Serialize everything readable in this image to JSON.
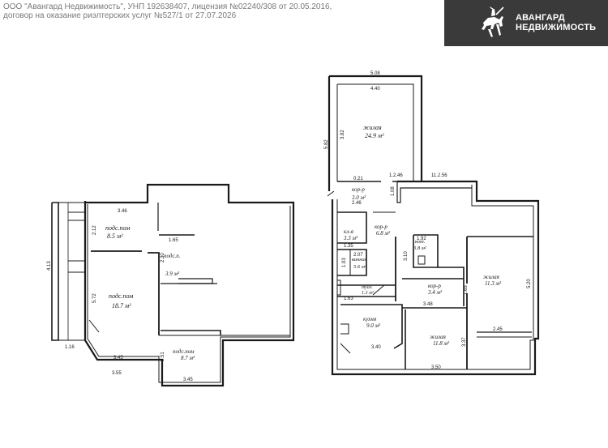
{
  "header": {
    "legal_line1": "ООО \"Авангард Недвижимость\", УНП 192638407, лицензия №02240/308 от 20.05.2016,",
    "legal_line2": "договор на оказание риэлтерских услуг №527/1 от 27.07.2026"
  },
  "brand": {
    "name_line1": "АВАНГАРД",
    "name_line2": "НЕДВИЖИМОСТЬ",
    "emblem_icon": "knight-rider-icon",
    "background_color": "#3a3a3a",
    "text_color": "#ffffff"
  },
  "basement_plan": {
    "rooms": [
      {
        "id": "podsob1",
        "name": "подс.пом",
        "area": "8.5 м²"
      },
      {
        "id": "podsob2",
        "name": "подс.п.",
        "area": "3.9 м²"
      },
      {
        "id": "podsob3",
        "name": "подс.пом",
        "area": "18.7 м²"
      },
      {
        "id": "podsob4",
        "name": "подс.пом",
        "area": "8.7 м²"
      }
    ],
    "dimensions": [
      "3.46",
      "2.12",
      "1.65",
      "2.30",
      "5.72",
      "4.13",
      "1.16",
      "3.45",
      "3.55",
      "2.51",
      "3.45"
    ]
  },
  "first_floor_plan": {
    "rooms": [
      {
        "id": "zhilaya_top",
        "name": "жилая",
        "area": "24.9 м²"
      },
      {
        "id": "koridor_top",
        "name": "кор-р",
        "area": "3.0 м²"
      },
      {
        "id": "kladovka",
        "name": "кл-я",
        "area": "3.3 м²"
      },
      {
        "id": "koridor_mid",
        "name": "кор-р",
        "area": "6.8 м²"
      },
      {
        "id": "vanna",
        "name": "ванная",
        "area": "5.6 м²"
      },
      {
        "id": "kotelnaya",
        "name": "кот.",
        "area": "3.8 м²"
      },
      {
        "id": "tualet",
        "name": "туал.",
        "area": "1.3 м²"
      },
      {
        "id": "koridor_low",
        "name": "кор-р",
        "area": "3.4 м²"
      },
      {
        "id": "zhilaya_right",
        "name": "жилая",
        "area": "11.3 м²"
      },
      {
        "id": "kuhnya",
        "name": "кухня",
        "area": "9.0 м²"
      },
      {
        "id": "zhilaya_bottom",
        "name": "жилая",
        "area": "11.8 м²"
      }
    ],
    "dimensions": [
      "5.08",
      "4.40",
      "5.82",
      "3.82",
      "0.21",
      "1.2.46",
      "11.2.56",
      "2.46",
      "1.08",
      "1.35",
      "1.92",
      "2.07",
      "1.93",
      "3.10",
      "1.63",
      "3.48",
      "1.65",
      "5.20",
      "2.45",
      "3.40",
      "3.37",
      "3.50"
    ]
  }
}
